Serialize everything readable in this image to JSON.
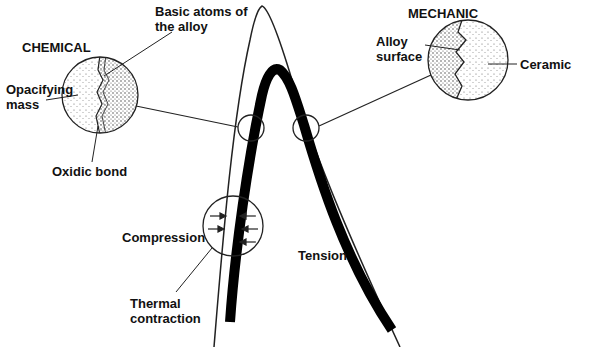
{
  "diagram": {
    "labels": [
      "CHEMICAL",
      "Basic atoms of the alloy",
      "Opacifying mass",
      "Oxidic bond",
      "MECHANIC",
      "Alloy surface",
      "Ceramic",
      "Compression",
      "Tension",
      "Thermal contraction"
    ]
  }
}
